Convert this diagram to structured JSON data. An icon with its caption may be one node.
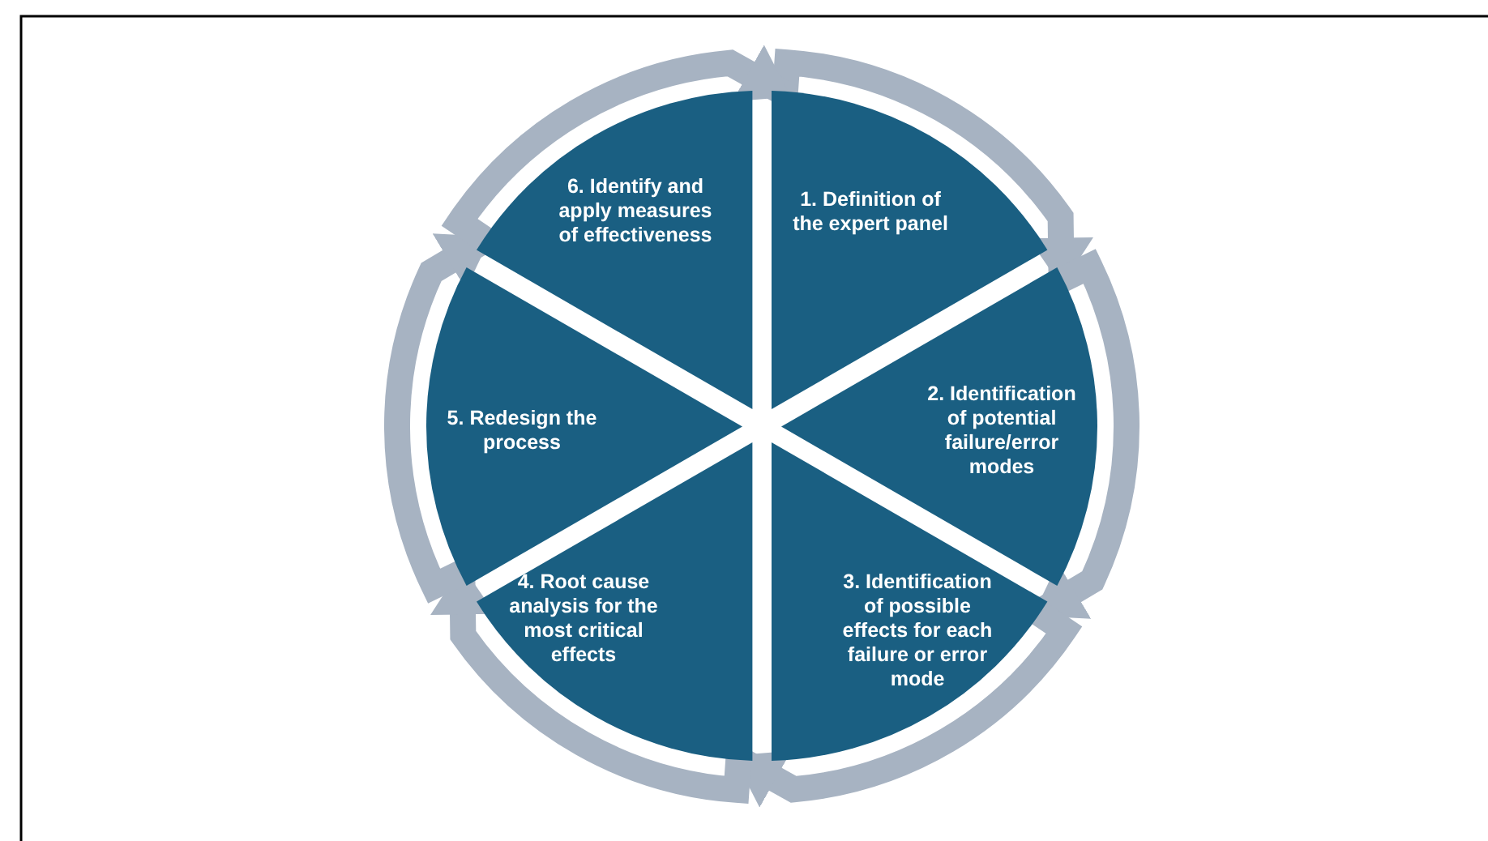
{
  "diagram": {
    "nodes": [
      {
        "text": [
          "1. Definition of the expert panel"
        ]
      },
      {
        "text": [
          "2. Identification of potential failure/error modes"
        ]
      },
      {
        "text": [
          "3. Identification of possible effects for each failure or error mode"
        ]
      },
      {
        "text": [
          "4. Root cause analysis for the most critical effects"
        ]
      },
      {
        "text": [
          "5. Redesign the process"
        ]
      },
      {
        "text": [
          "6. Identify and apply measures of effectiveness"
        ]
      }
    ],
    "edges": [
      {
        "from": 0,
        "to": 1,
        "arrow": "to"
      },
      {
        "from": 1,
        "to": 2,
        "arrow": "to"
      },
      {
        "from": 2,
        "to": 3,
        "arrow": "to"
      },
      {
        "from": 3,
        "to": 4,
        "arrow": "to"
      },
      {
        "from": 4,
        "to": 5,
        "arrow": "to"
      },
      {
        "from": 5,
        "to": 0,
        "arrow": "to"
      }
    ]
  }
}
